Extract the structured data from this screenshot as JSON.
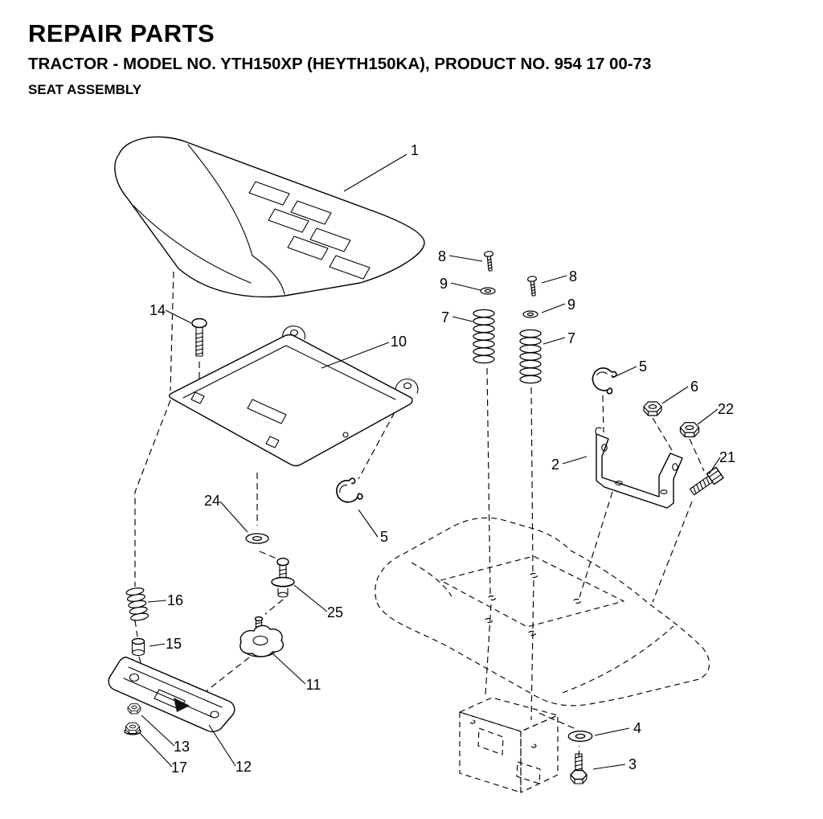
{
  "header": {
    "title": "REPAIR PARTS",
    "subtitle": "TRACTOR - MODEL NO. YTH150XP (HEYTH150KA), PRODUCT NO. 954 17 00-73",
    "section": "SEAT ASSEMBLY"
  },
  "diagram": {
    "type": "exploded-parts-diagram",
    "callouts": {
      "n1": "1",
      "n2": "2",
      "n3": "3",
      "n4": "4",
      "n5": "5",
      "n6": "6",
      "n7": "7",
      "n8": "8",
      "n9": "9",
      "n10": "10",
      "n11": "11",
      "n12": "12",
      "n13": "13",
      "n14": "14",
      "n15": "15",
      "n16": "16",
      "n17": "17",
      "n21": "21",
      "n22": "22",
      "n24": "24",
      "n25": "25"
    }
  }
}
